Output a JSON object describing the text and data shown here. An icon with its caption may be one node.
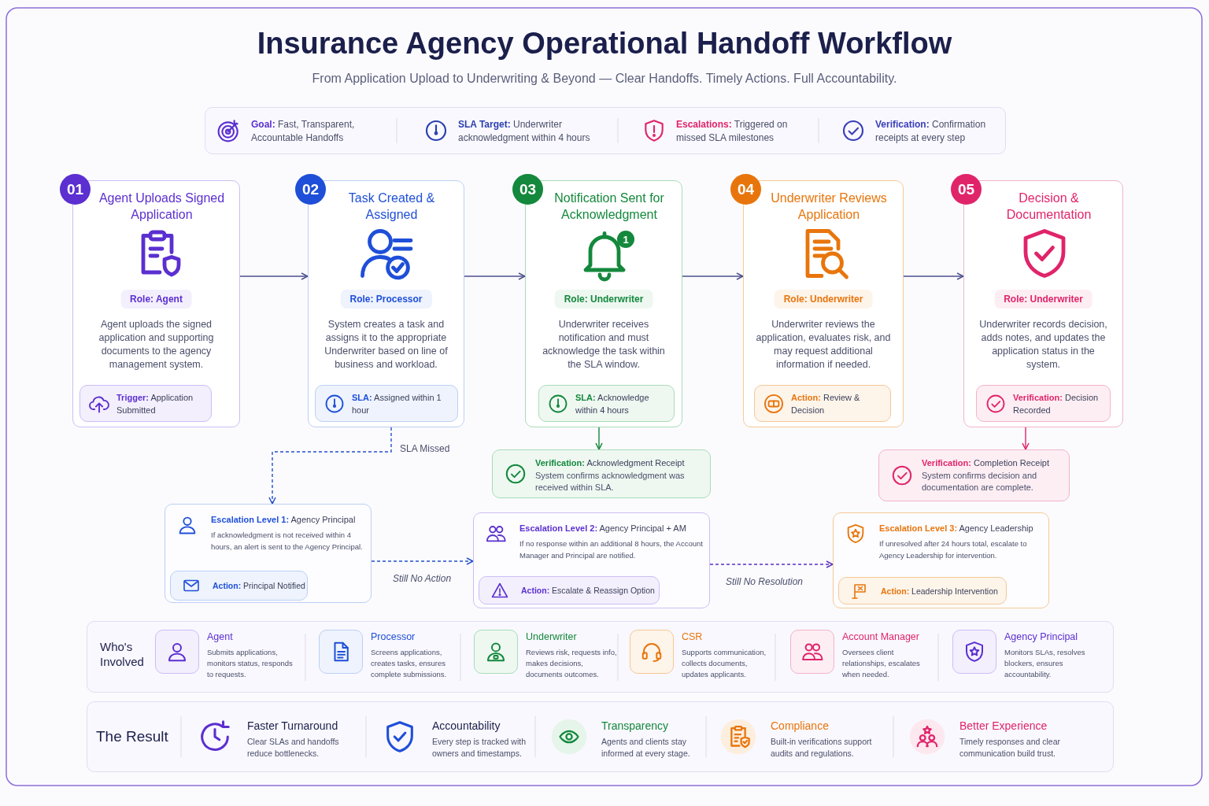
{
  "diagram": {
    "title": "Insurance Agency Operational Handoff Workflow",
    "caption": "From Application Upload to Underwriting & Beyond — Clear Handoffs. Timely Actions. Full Accountability.",
    "nodes": [
      {
        "text": [
          "01",
          "Agent Uploads Signed Application",
          "Role: Agent",
          "Agent uploads the signed application and supporting documents to the agency management system."
        ]
      },
      {
        "text": [
          "**Trigger:** Application Submitted"
        ],
        "in": 0
      },
      {
        "text": [
          "02",
          "Task Created & Assigned",
          "Role: Processor",
          "System creates a task and assigns it to the appropriate Underwriter based on line of business and workload."
        ]
      },
      {
        "text": [
          "**SLA:** Assigned within 1 hour"
        ],
        "in": 2
      },
      {
        "text": [
          "03",
          "Notification Sent for Acknowledgment",
          "Role: Underwriter",
          "Underwriter receives notification and must acknowledge the task within the SLA window.",
          "1"
        ]
      },
      {
        "text": [
          "**SLA:** Acknowledge within 4 hours"
        ],
        "in": 4
      },
      {
        "text": [
          "04",
          "Underwriter Reviews Application",
          "Role: Underwriter",
          "Underwriter reviews the application, evaluates risk, and may request additional information if needed."
        ]
      },
      {
        "text": [
          "**Action:** Review & Decision"
        ],
        "in": 6
      },
      {
        "text": [
          "05",
          "Decision & Documentation",
          "Role: Underwriter",
          "Underwriter records decision, adds notes, and updates the application status in the system."
        ]
      },
      {
        "text": [
          "**Verification:** Decision Recorded"
        ],
        "in": 8
      },
      {
        "text": [
          "**Verification:** Acknowledgment Receipt",
          "System confirms acknowledgment was received within SLA."
        ]
      },
      {
        "text": [
          "**Verification:** Completion Receipt",
          "System confirms decision and documentation are complete."
        ]
      },
      {
        "text": [
          "**Escalation Level 1:** Agency Principal",
          "If acknowledgment is not received within 4 hours, an alert is sent to the Agency Principal."
        ]
      },
      {
        "text": [
          "**Action:** Principal Notified"
        ],
        "in": 12
      },
      {
        "text": [
          "**Escalation Level 2:** Agency Principal + AM",
          "If no response within an additional 8 hours, the Account Manager and Principal are notified."
        ]
      },
      {
        "text": [
          "**Action:** Escalate & Reassign Option"
        ],
        "in": 14
      },
      {
        "text": [
          "**Escalation Level 3:** Agency Leadership",
          "If unresolved after 24 hours total, escalate to Agency Leadership for intervention."
        ]
      },
      {
        "text": [
          "**Action:** Leadership Intervention"
        ],
        "in": 16
      }
    ],
    "edges": [
      {
        "from": 0,
        "to": 2,
        "arrow": "to"
      },
      {
        "from": 2,
        "to": 4,
        "arrow": "to"
      },
      {
        "from": 4,
        "to": 6,
        "arrow": "to"
      },
      {
        "from": 6,
        "to": 8,
        "arrow": "to"
      },
      {
        "from": 4,
        "to": 10,
        "arrow": "to",
        "color": "#14883c"
      },
      {
        "from": 8,
        "to": 11,
        "arrow": "to",
        "color": "#e0246a"
      },
      {
        "from": 2,
        "to": 12,
        "arrow": "to",
        "label": "SLA Missed",
        "style": "dashed",
        "color": "#2450c8"
      },
      {
        "from": 12,
        "to": 14,
        "arrow": "to",
        "label": "Still No Action",
        "style": "dashed",
        "color": "#2450c8"
      },
      {
        "from": 14,
        "to": 16,
        "arrow": "to",
        "label": "Still No Resolution",
        "style": "dashed",
        "color": "#5b2fc0"
      }
    ],
    "labels": [
      "**Goal:** Fast, Transparent, Accountable Handoffs",
      "**SLA Target:** Underwriter acknowledgment within 4 hours",
      "**Escalations:** Triggered on missed SLA milestones",
      "**Verification:** Confirmation receipts at every step",
      "Who's Involved",
      "Agent",
      "Submits applications, monitors status, responds to requests.",
      "Processor",
      "Screens applications, creates tasks, ensures complete submissions.",
      "Underwriter",
      "Reviews risk, requests info, makes decisions, documents outcomes.",
      "CSR",
      "Supports communication, collects documents, updates applicants.",
      "Account Manager",
      "Oversees client relationships, escalates when needed.",
      "Agency Principal",
      "Monitors SLAs, resolves blockers, ensures accountability.",
      "The Result",
      "Faster Turnaround",
      "Clear SLAs and handoffs reduce bottlenecks.",
      "Accountability",
      "Every step is tracked with owners and timestamps.",
      "Transparency",
      "Agents and clients stay informed at every stage.",
      "Compliance",
      "Built-in verifications support audits and regulations.",
      "Better Experience",
      "Timely responses and clear communication build trust."
    ]
  }
}
